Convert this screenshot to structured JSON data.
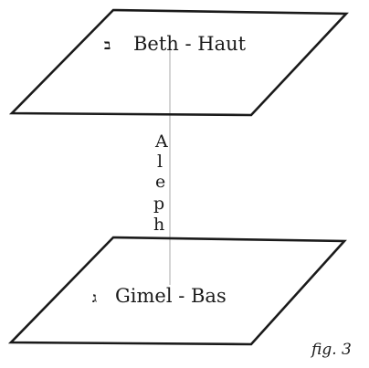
{
  "diagram": {
    "top_plane": {
      "hebrew_letter": "ב",
      "label": "Beth - Haut"
    },
    "bottom_plane": {
      "hebrew_letter": "ג",
      "label": "Gimel - Bas"
    },
    "connector": {
      "label_letters": [
        "A",
        "l",
        "e",
        "p",
        "h"
      ]
    },
    "caption": "fig. 3"
  },
  "colors": {
    "ink": "#1a1a1a",
    "connector": "#b8b8b8",
    "background": "#ffffff"
  }
}
